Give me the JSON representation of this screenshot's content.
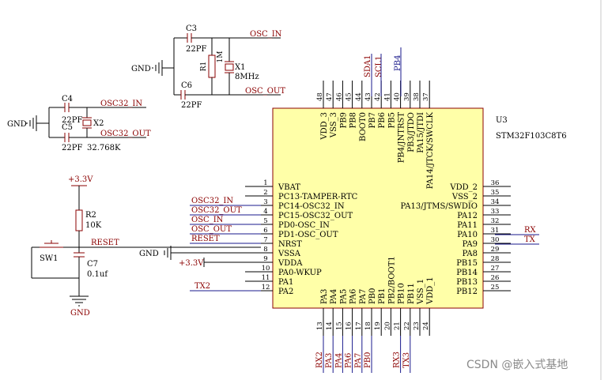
{
  "chip": {
    "ref": "U3",
    "part": "STM32F103C8T6",
    "left_pins": [
      {
        "num": "1",
        "name": "VBAT"
      },
      {
        "num": "2",
        "name": "PC13-TAMPER-RTC"
      },
      {
        "num": "3",
        "name": "PC14-OSC32_IN"
      },
      {
        "num": "4",
        "name": "PC15-OSC32_OUT"
      },
      {
        "num": "5",
        "name": "PD0-OSC_IN"
      },
      {
        "num": "6",
        "name": "PD1-OSC_OUT"
      },
      {
        "num": "7",
        "name": "NRST"
      },
      {
        "num": "8",
        "name": "VSSA"
      },
      {
        "num": "9",
        "name": "VDDA"
      },
      {
        "num": "10",
        "name": "PA0-WKUP"
      },
      {
        "num": "11",
        "name": "PA1"
      },
      {
        "num": "12",
        "name": "PA2"
      }
    ],
    "right_pins": [
      {
        "num": "36",
        "name": "VDD_2"
      },
      {
        "num": "35",
        "name": "VSS_2"
      },
      {
        "num": "34",
        "name": "PA13/JTMS/SWDIO"
      },
      {
        "num": "33",
        "name": "PA12"
      },
      {
        "num": "32",
        "name": "PA11"
      },
      {
        "num": "31",
        "name": "PA10"
      },
      {
        "num": "30",
        "name": "PA9"
      },
      {
        "num": "29",
        "name": "PA8"
      },
      {
        "num": "28",
        "name": "PB15"
      },
      {
        "num": "27",
        "name": "PB14"
      },
      {
        "num": "26",
        "name": "PB13"
      },
      {
        "num": "25",
        "name": "PB12"
      }
    ],
    "top_pins": [
      {
        "num": "48",
        "name": "VDD_3"
      },
      {
        "num": "47",
        "name": "VSS_3"
      },
      {
        "num": "46",
        "name": "PB9"
      },
      {
        "num": "45",
        "name": "PB8"
      },
      {
        "num": "44",
        "name": "BOOT0"
      },
      {
        "num": "43",
        "name": "PB7"
      },
      {
        "num": "42",
        "name": "PB6"
      },
      {
        "num": "41",
        "name": "PB5"
      },
      {
        "num": "40",
        "name": "PB4/JNTRST"
      },
      {
        "num": "39",
        "name": "PB3/JTDO"
      },
      {
        "num": "38",
        "name": "PA15/JTDI"
      },
      {
        "num": "37",
        "name": "PA14/JTCK/SWCLK"
      }
    ],
    "bottom_pins": [
      {
        "num": "13",
        "name": "PA3"
      },
      {
        "num": "14",
        "name": "PA4"
      },
      {
        "num": "15",
        "name": "PA5"
      },
      {
        "num": "16",
        "name": "PA6"
      },
      {
        "num": "17",
        "name": "PA7"
      },
      {
        "num": "18",
        "name": "PB0"
      },
      {
        "num": "19",
        "name": "PB1"
      },
      {
        "num": "20",
        "name": "PB2/BOOT1"
      },
      {
        "num": "21",
        "name": "PB10"
      },
      {
        "num": "22",
        "name": "PB11"
      },
      {
        "num": "23",
        "name": "VSS_1"
      },
      {
        "num": "24",
        "name": "VDD_1"
      }
    ]
  },
  "nets": {
    "left": [
      "OSC32_IN",
      "OSC32_OUT",
      "OSC_IN",
      "OSC_OUT",
      "RESET"
    ],
    "gnd": "GND",
    "v33": "+3.3V",
    "tx2": "TX2",
    "rx": "RX",
    "tx": "TX",
    "top": [
      "SDA1",
      "SCL1",
      "PB4"
    ],
    "bottom": [
      "RX2",
      "PA3",
      "PA4",
      "PA6",
      "PA7",
      "PB0",
      "RX3",
      "TX3"
    ]
  },
  "osc_main": {
    "c3": "C3",
    "c3v": "22PF",
    "c6": "C6",
    "c6v": "22PF",
    "r1": "R1",
    "r1v": "1M",
    "x1": "X1",
    "x1v": "8MHz",
    "in": "OSC_IN",
    "out": "OSC_OUT",
    "gnd": "GND"
  },
  "osc_32k": {
    "c4": "C4",
    "c4v": "22PF",
    "c5": "C5",
    "c5v": "22PF",
    "x2": "X2",
    "x2v": "32.768K",
    "in": "OSC32_IN",
    "out": "OSC32_OUT",
    "gnd": "GND"
  },
  "reset_ckt": {
    "vcc": "+3.3V",
    "r2": "R2",
    "r2v": "10K",
    "c7": "C7",
    "c7v": "0.1uf",
    "sw": "SW1",
    "net": "RESET",
    "gnd": "GND"
  },
  "watermark": "CSDN @嵌入式基地",
  "colors": {
    "chip_fill": "#ffffa8",
    "chip_border": "#8b0000",
    "wire": "#1a1a8c",
    "label": "#8b0000"
  }
}
